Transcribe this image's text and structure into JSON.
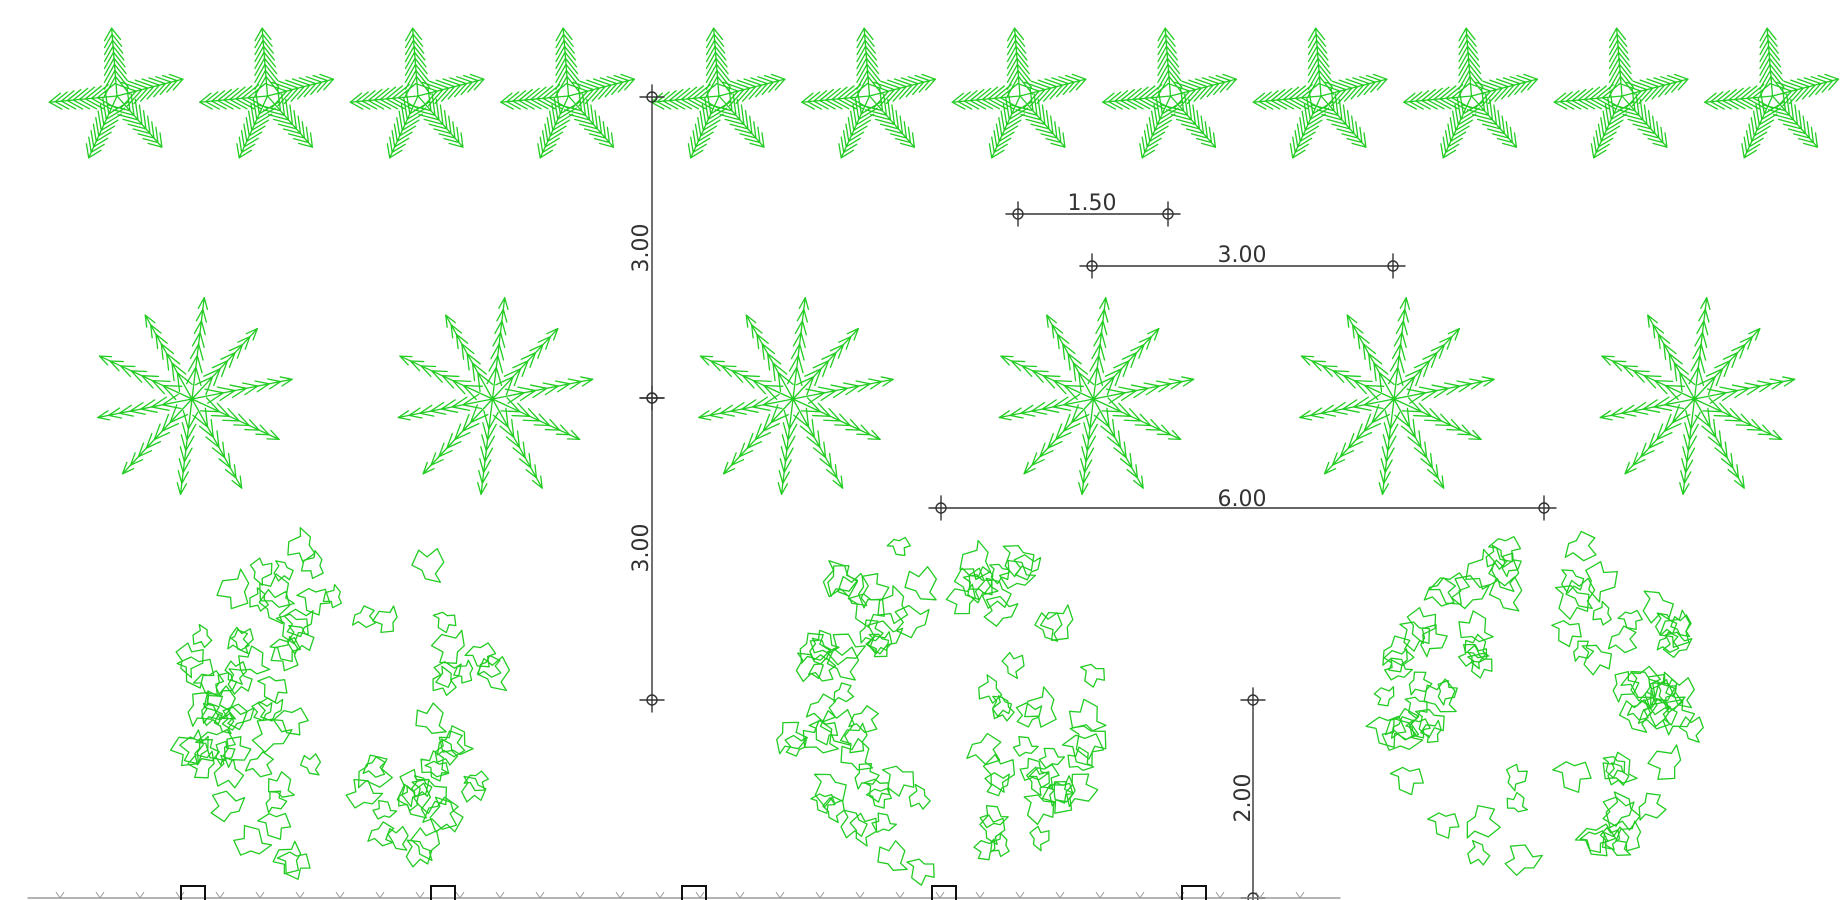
{
  "drawing": {
    "background": "#ffffff",
    "plant_color": "#22cc22",
    "dimension_color": "#333333",
    "rows": [
      {
        "row": "top",
        "symbol": "palm-frond-icon",
        "count": 12
      },
      {
        "row": "middle",
        "symbol": "star-palm-icon",
        "count": 6
      },
      {
        "row": "bottom",
        "symbol": "shrub-canopy-icon",
        "count": 3
      }
    ],
    "dimensions": [
      {
        "id": "spacing-top",
        "label": "1.50",
        "orientation": "horizontal"
      },
      {
        "id": "spacing-mid",
        "label": "3.00",
        "orientation": "horizontal"
      },
      {
        "id": "spacing-bottom",
        "label": "6.00",
        "orientation": "horizontal"
      },
      {
        "id": "row-gap-upper",
        "label": "3.00",
        "orientation": "vertical"
      },
      {
        "id": "row-gap-lower",
        "label": "3.00",
        "orientation": "vertical"
      },
      {
        "id": "setback",
        "label": "2.00",
        "orientation": "vertical"
      }
    ],
    "ground_line": {
      "symbol": "ground-line",
      "markers": 5
    }
  }
}
